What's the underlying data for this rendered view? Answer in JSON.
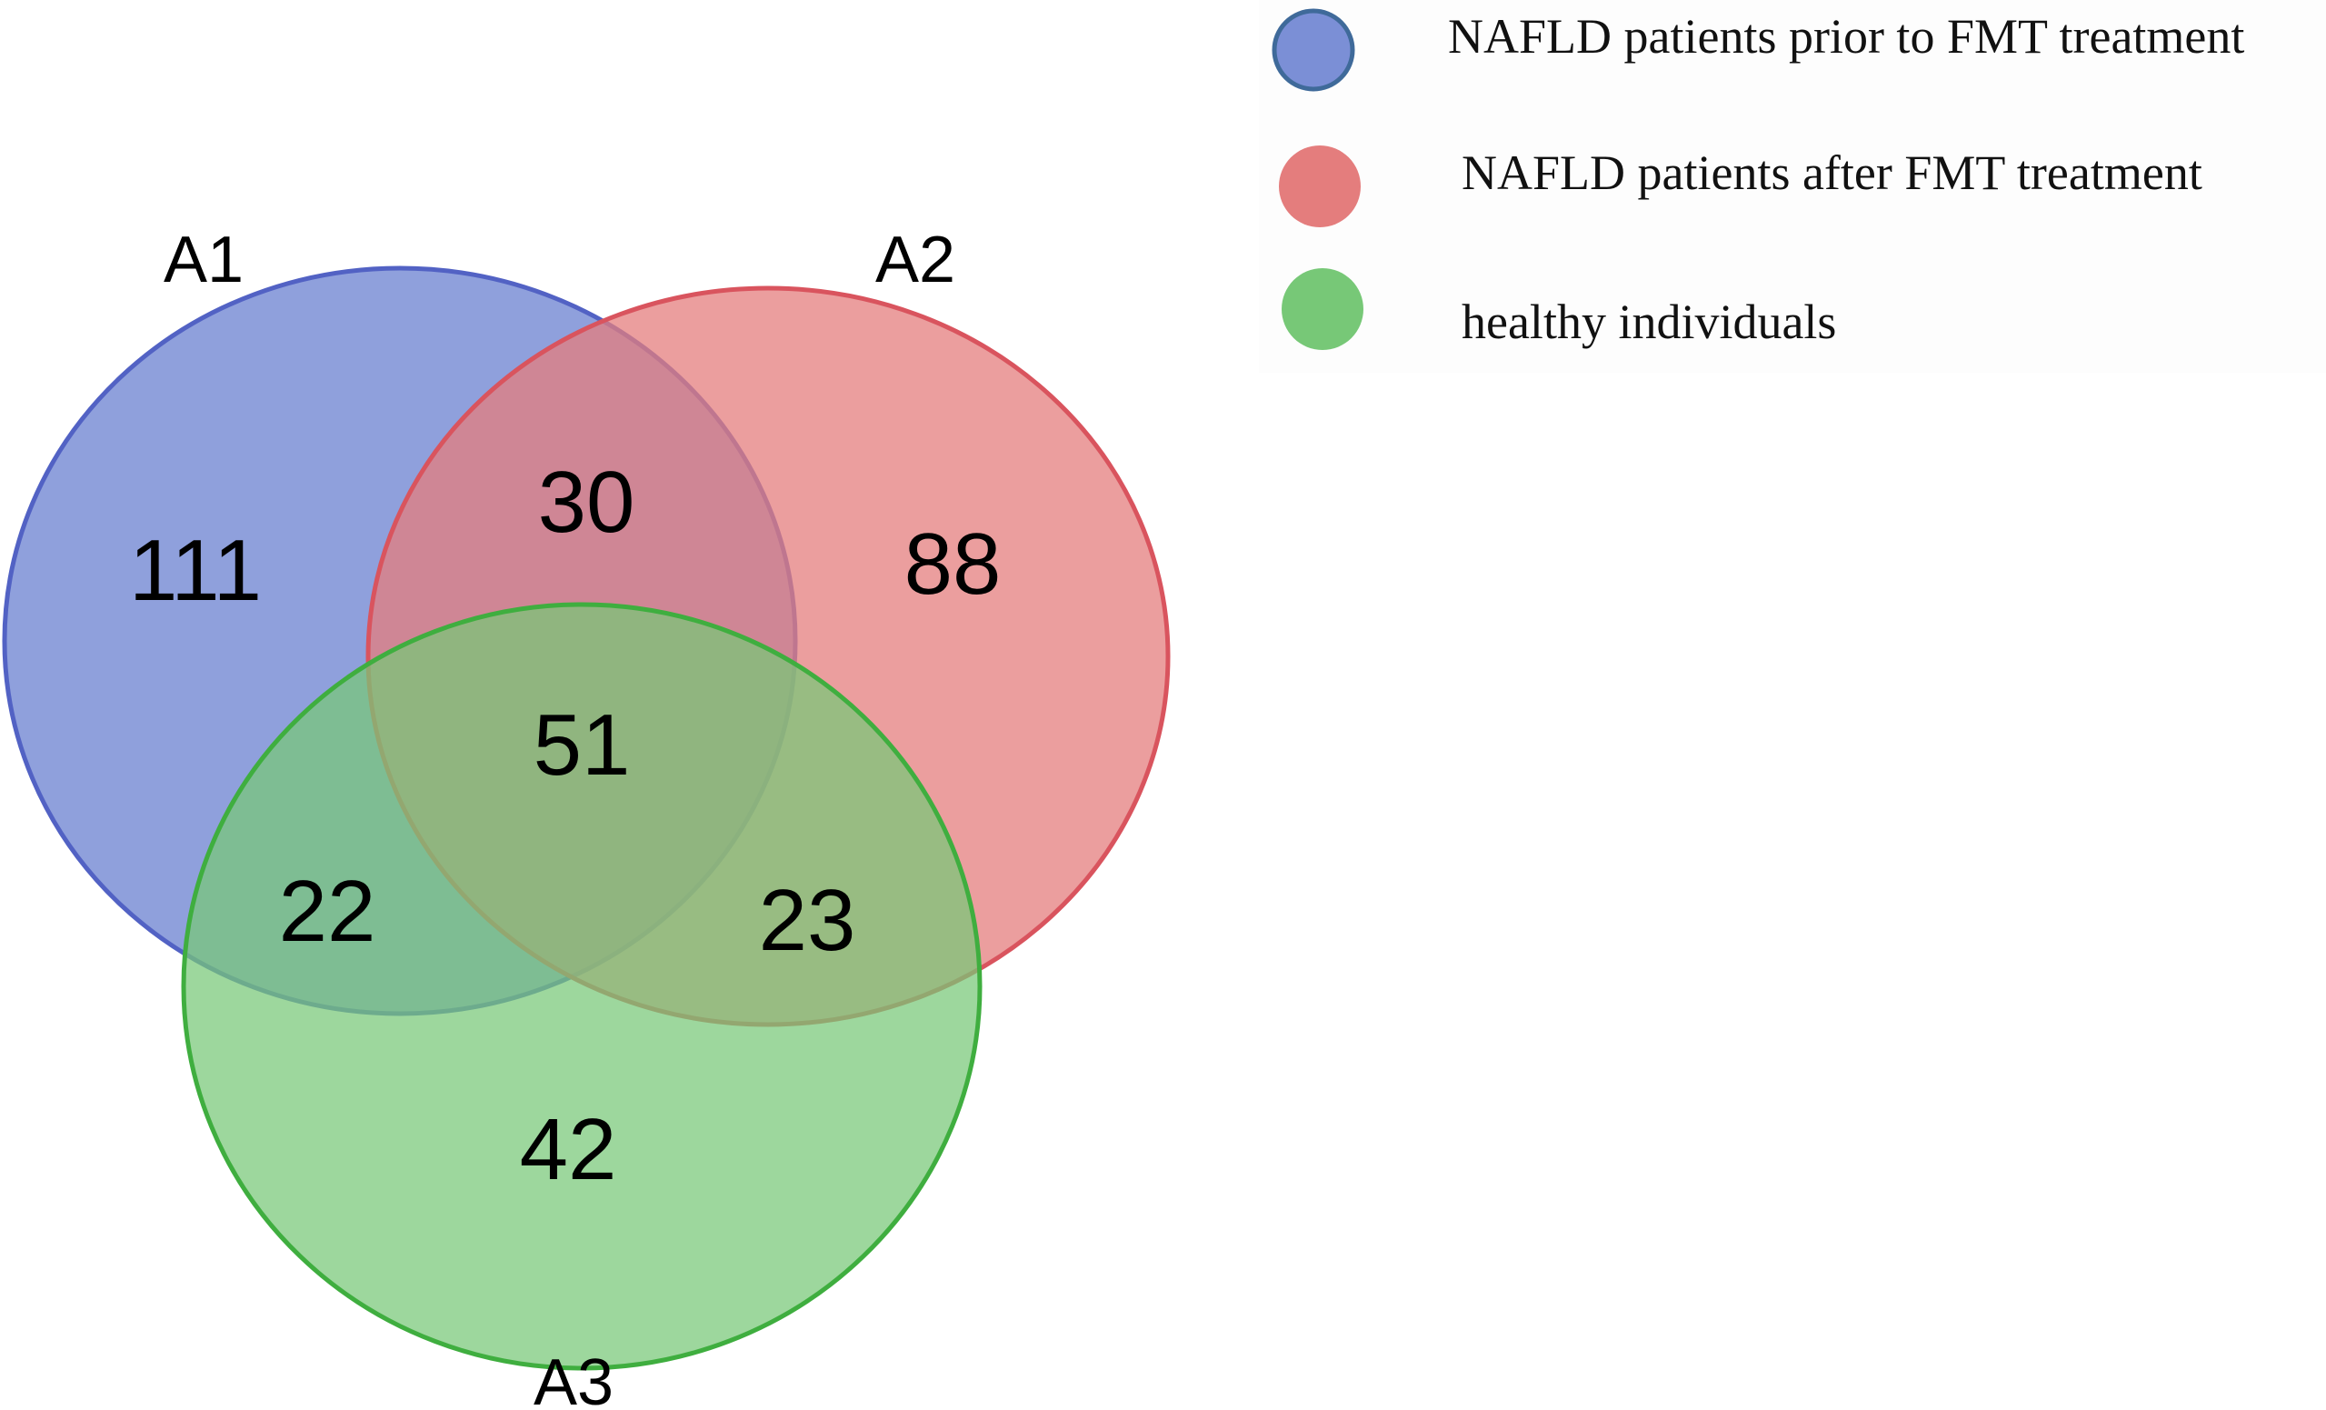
{
  "diagram": {
    "type": "venn",
    "sets": [
      {
        "id": "A1",
        "label": "A1",
        "legend": "NAFLD patients prior to FMT treatment",
        "color": "#7b8fd6",
        "stroke": "#5262c4"
      },
      {
        "id": "A2",
        "label": "A2",
        "legend": "NAFLD patients after FMT treatment",
        "color": "#e47d7d",
        "stroke": "#d9545e"
      },
      {
        "id": "A3",
        "label": "A3",
        "legend": "healthy individuals",
        "color": "#77c877",
        "stroke": "#3fae3f"
      }
    ],
    "regions": {
      "A1_only": "111",
      "A2_only": "88",
      "A3_only": "42",
      "A1_A2": "30",
      "A1_A3": "22",
      "A2_A3": "23",
      "A1_A2_A3": "51"
    },
    "legend_swatch_border": "#3f6a9a"
  }
}
